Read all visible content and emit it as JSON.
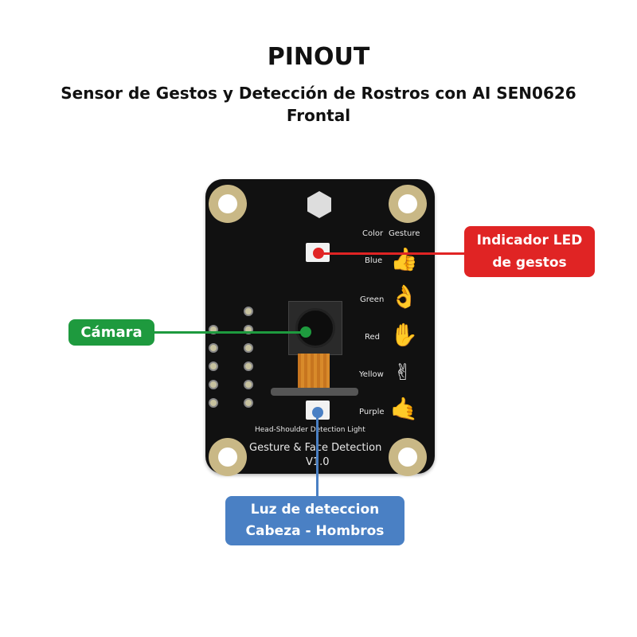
{
  "header": {
    "title": "PINOUT",
    "subtitle_line1": "Sensor de Gestos y Detección de Rostros con AI SEN0626",
    "subtitle_line2": "Frontal"
  },
  "board": {
    "color_label": "Color",
    "gesture_label": "Gesture",
    "gestures": [
      {
        "color": "Blue",
        "icon": "thumbs-up-icon",
        "glyph": "👍"
      },
      {
        "color": "Green",
        "icon": "ok-hand-icon",
        "glyph": "👌"
      },
      {
        "color": "Red",
        "icon": "open-palm-icon",
        "glyph": "✋"
      },
      {
        "color": "Yellow",
        "icon": "peace-hand-icon",
        "glyph": "✌"
      },
      {
        "color": "Purple",
        "icon": "shaka-hand-icon",
        "glyph": "🤙"
      }
    ],
    "light_label": "Head-Shoulder Detection Light",
    "product_name": "Gesture & Face Detection",
    "version": "V1.0"
  },
  "callouts": {
    "led": {
      "line1": "Indicador LED",
      "line2": "de gestos",
      "color": "#e02424"
    },
    "camera": {
      "label": "Cámara",
      "color": "#1e9a3e"
    },
    "light": {
      "line1": "Luz de deteccion",
      "line2": "Cabeza - Hombros",
      "color": "#4a80c4"
    }
  }
}
